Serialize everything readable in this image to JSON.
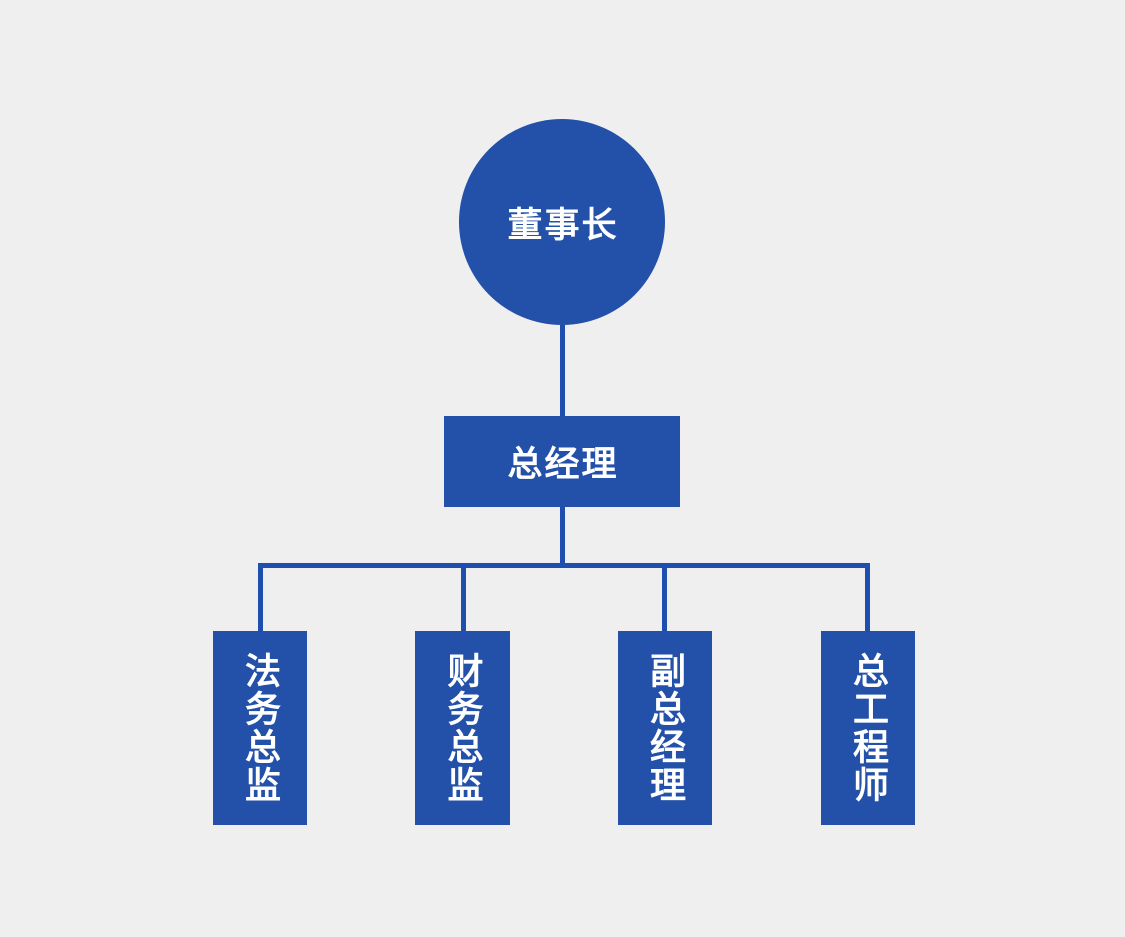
{
  "colors": {
    "background": "#EFEFEF",
    "node_fill": "#2350A8",
    "connector": "#1E4FAF",
    "text": "#FFFFFF"
  },
  "org_chart": {
    "root": {
      "label": "董事长"
    },
    "manager": {
      "label": "总经理"
    },
    "children": [
      {
        "label": "法务总监"
      },
      {
        "label": "财务总监"
      },
      {
        "label": "副总经理"
      },
      {
        "label": "总工程师"
      }
    ]
  }
}
